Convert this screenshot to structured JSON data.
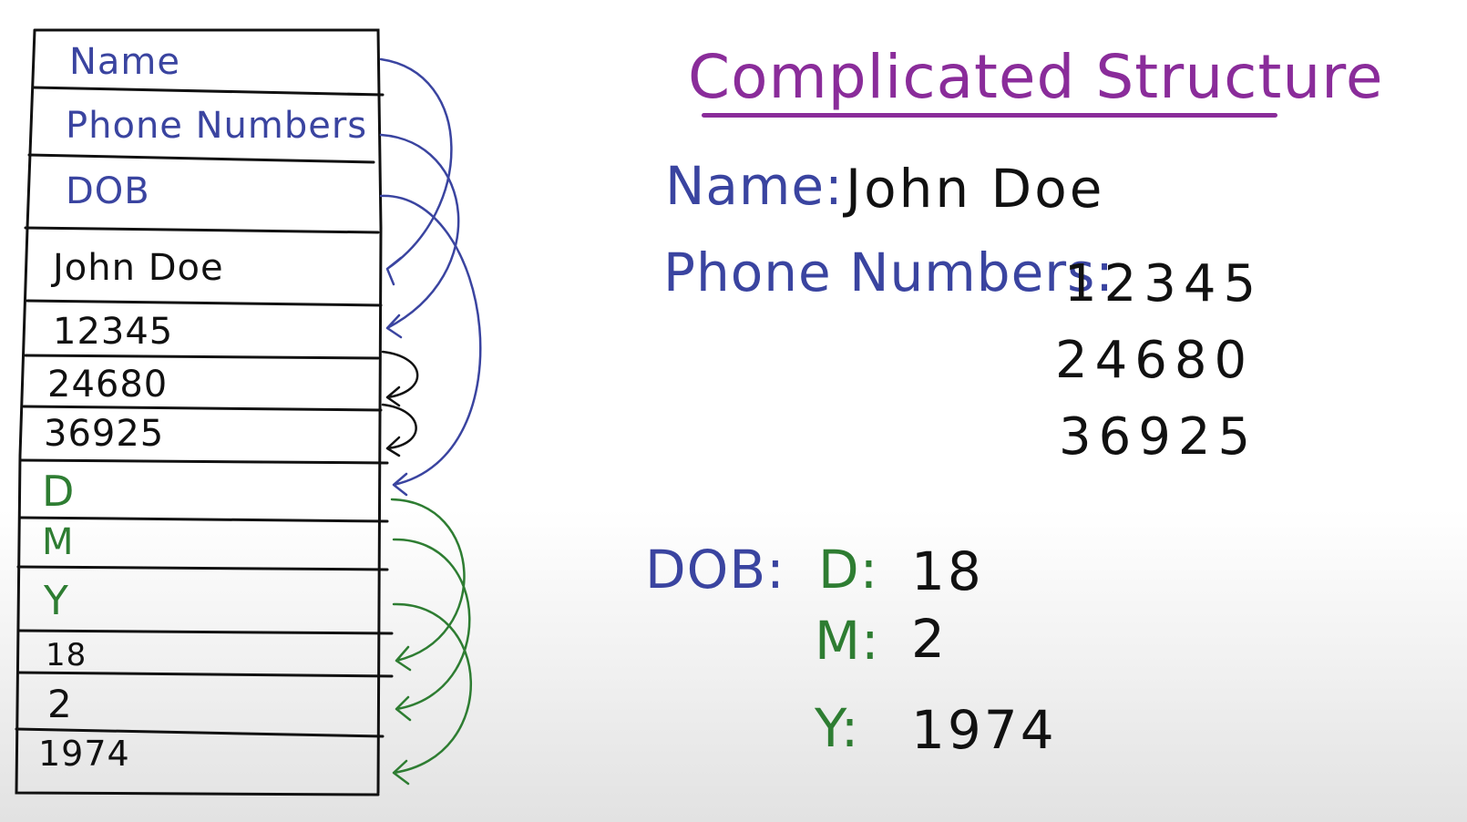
{
  "colors": {
    "title": "#8a2c9a",
    "field_label": "#3a44a0",
    "date_part": "#2e7d32",
    "value": "#111111",
    "pointer_blue": "#3a44a0",
    "pointer_black": "#111111",
    "pointer_green": "#2e7d32"
  },
  "memory": {
    "cells": [
      "Name",
      "Phone Numbers",
      "DOB",
      "John Doe",
      "12345",
      "24680",
      "36925",
      "D",
      "M",
      "Y",
      "18",
      "2",
      "1974"
    ]
  },
  "structure": {
    "title": "Complicated Structure",
    "name_label": "Name:",
    "name_value": "John Doe",
    "phone_label": "Phone Numbers:",
    "phones": [
      "12345",
      "24680",
      "36925"
    ],
    "dob_label": "DOB:",
    "dob_parts": [
      {
        "label": "D:",
        "value": "18"
      },
      {
        "label": "M:",
        "value": "2"
      },
      {
        "label": "Y:",
        "value": "1974"
      }
    ]
  }
}
